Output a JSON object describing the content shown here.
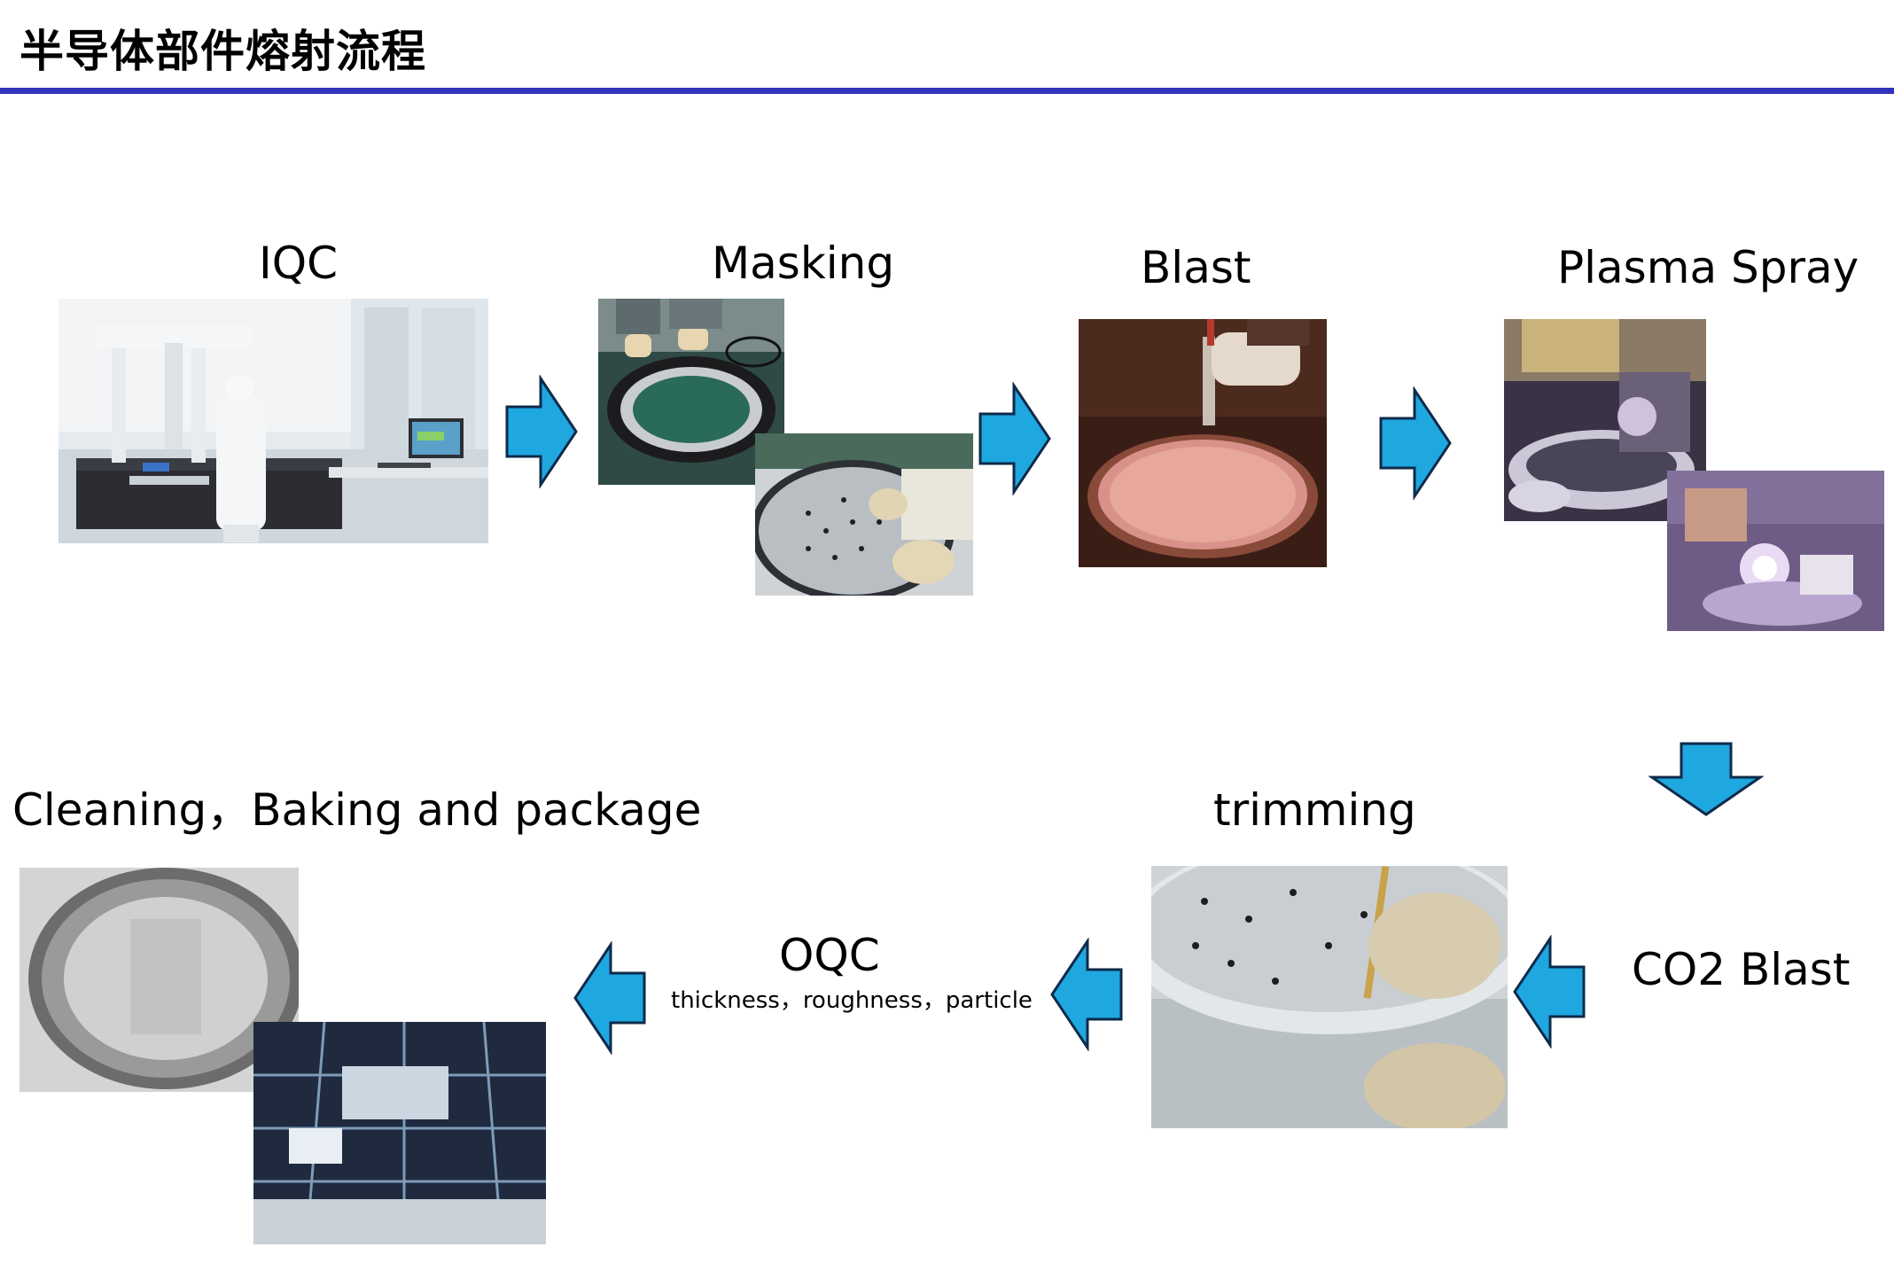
{
  "page": {
    "title": "半导体部件熔射流程",
    "rule_color": "#3333bb",
    "arrow_fill": "#1fa7e0",
    "arrow_stroke": "#0d2a4a"
  },
  "steps": {
    "iqc": {
      "label": "IQC"
    },
    "masking": {
      "label": "Masking"
    },
    "blast": {
      "label": "Blast"
    },
    "plasma_spray": {
      "label": "Plasma Spray"
    },
    "co2_blast": {
      "label": "CO2 Blast"
    },
    "trimming": {
      "label": "trimming"
    },
    "oqc": {
      "label": "OQC",
      "detail": "thickness，roughness，particle"
    },
    "cleaning": {
      "label": "Cleaning，Baking and package"
    }
  },
  "photos": {
    "iqc_photo": "cmm-inspection-photo",
    "masking_photo_1": "ring-masking-photo",
    "masking_photo_2": "plate-masking-photo",
    "blast_photo": "blasting-chamber-photo",
    "plasma_photo_1": "plasma-fixture-photo",
    "plasma_photo_2": "plasma-spray-flame-photo",
    "trimming_photo": "plate-trimming-photo",
    "cleaning_photo_1": "cleaned-ring-photo",
    "cleaning_photo_2": "baking-oven-photo"
  },
  "arrows": [
    "right",
    "right",
    "right",
    "down",
    "left",
    "left",
    "left"
  ]
}
